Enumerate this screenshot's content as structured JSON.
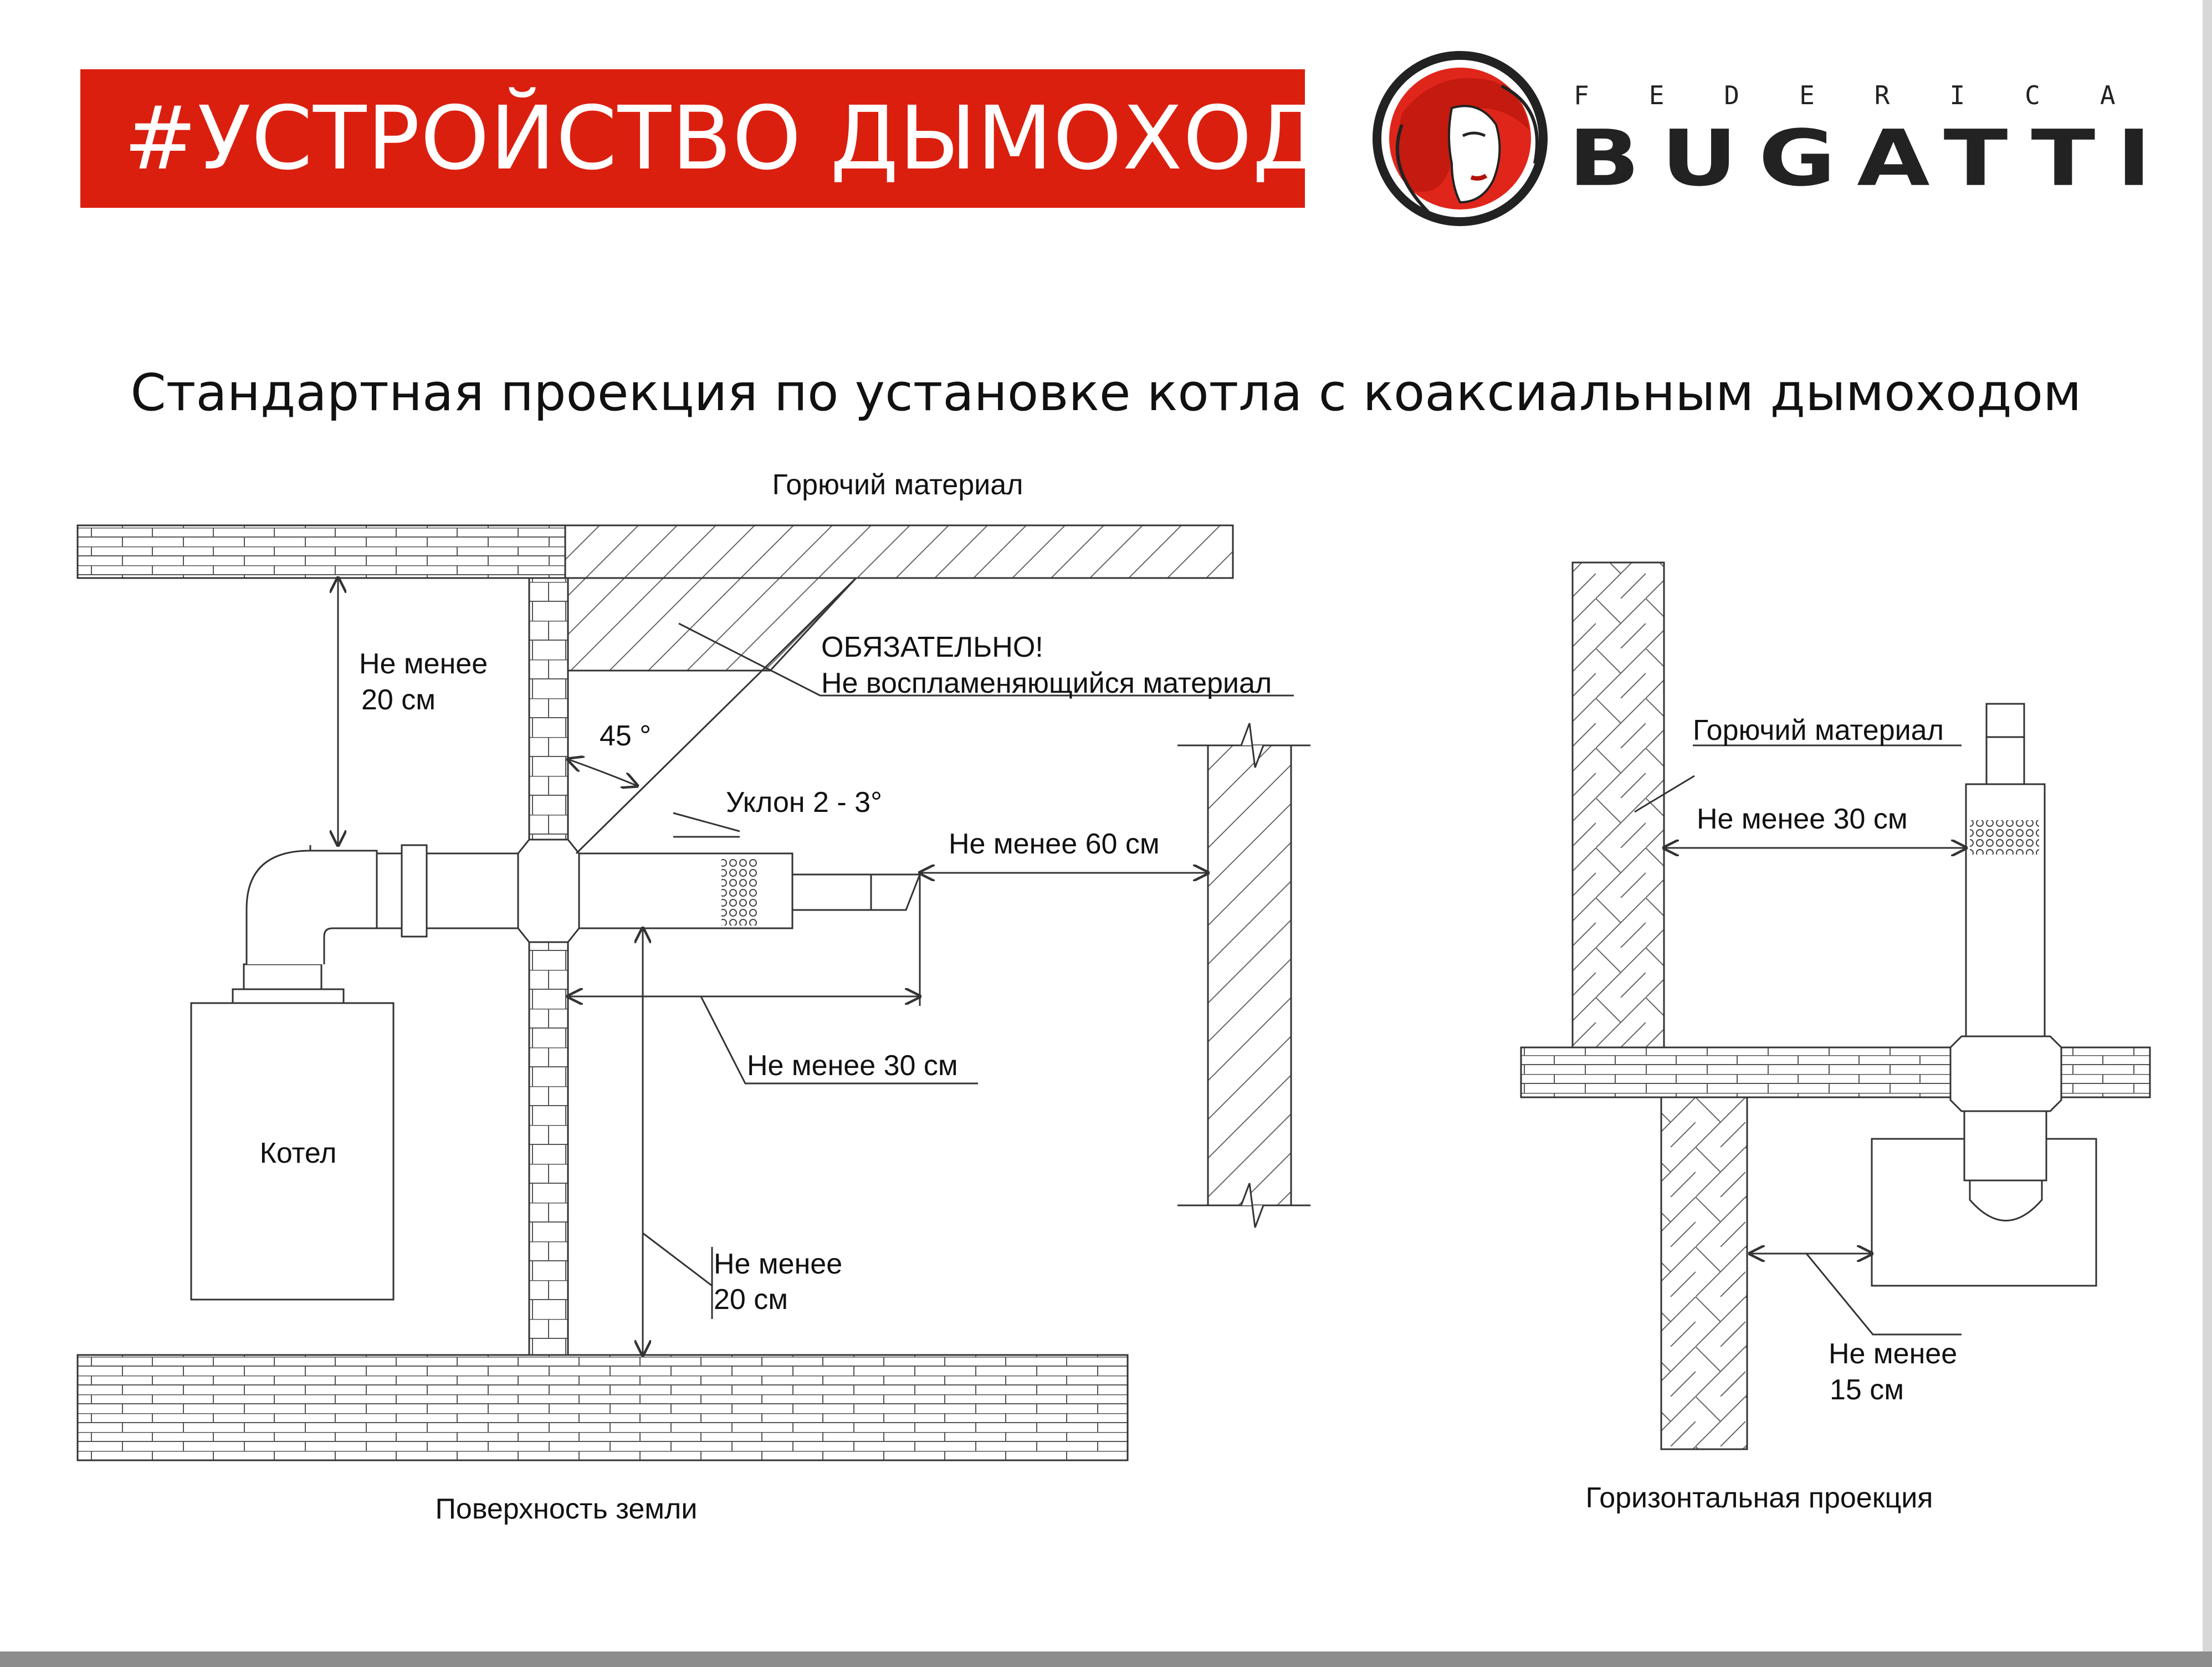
{
  "header": {
    "banner_text": "#УСТРОЙСТВО ДЫМОХОДА",
    "brand_top": "FEDERICA",
    "brand_main": "BUGATTI"
  },
  "diagram": {
    "title": "Стандартная проекция по установке котла с коаксиальным дымоходом",
    "left": {
      "combustible_top": "Горючий материал",
      "min20_top_line1": "Не менее",
      "min20_top_line2": "20 см",
      "mandatory_line1": "ОБЯЗАТЕЛЬНО!",
      "mandatory_line2": "Не воспламеняющийся материал",
      "angle": "45 °",
      "slope": "Уклон 2 - 3°",
      "min60": "Не менее  60 см",
      "min30": "Не менее  30 см",
      "boiler": "Котел",
      "min20_bottom_line1": "Не менее",
      "min20_bottom_line2": "20 см",
      "ground": "Поверхность земли"
    },
    "right": {
      "combustible": "Горючий материал",
      "min30": "Не менее  30 см",
      "min15_line1": "Не менее",
      "min15_line2": "15 см",
      "caption": "Горизонтальная проекция"
    }
  },
  "colors": {
    "banner": "#db1f0f",
    "ink": "#333333",
    "logo_red": "#e0261b"
  }
}
